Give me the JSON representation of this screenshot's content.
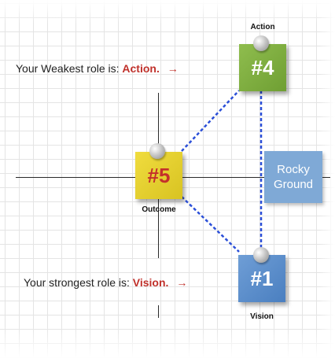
{
  "notes": {
    "action": {
      "label": "#4",
      "caption": "Action",
      "color": "#7caa3f"
    },
    "outcome": {
      "label": "#5",
      "caption": "Outcome",
      "color": "#e6d02e"
    },
    "vision": {
      "label": "#1",
      "caption": "Vision",
      "color": "#5b8fcf"
    }
  },
  "rocky_ground": {
    "line1": "Rocky",
    "line2": "Ground",
    "color": "#7fa9d6"
  },
  "statements": {
    "weakest": {
      "prefix": "Your Weakest role is:",
      "role": "Action.",
      "arrow": "→"
    },
    "strongest": {
      "prefix": "Your strongest role is:",
      "role": "Vision.",
      "arrow": "→"
    }
  },
  "colors": {
    "accent_red": "#c0312b",
    "connector_blue": "#2b4fd8"
  }
}
